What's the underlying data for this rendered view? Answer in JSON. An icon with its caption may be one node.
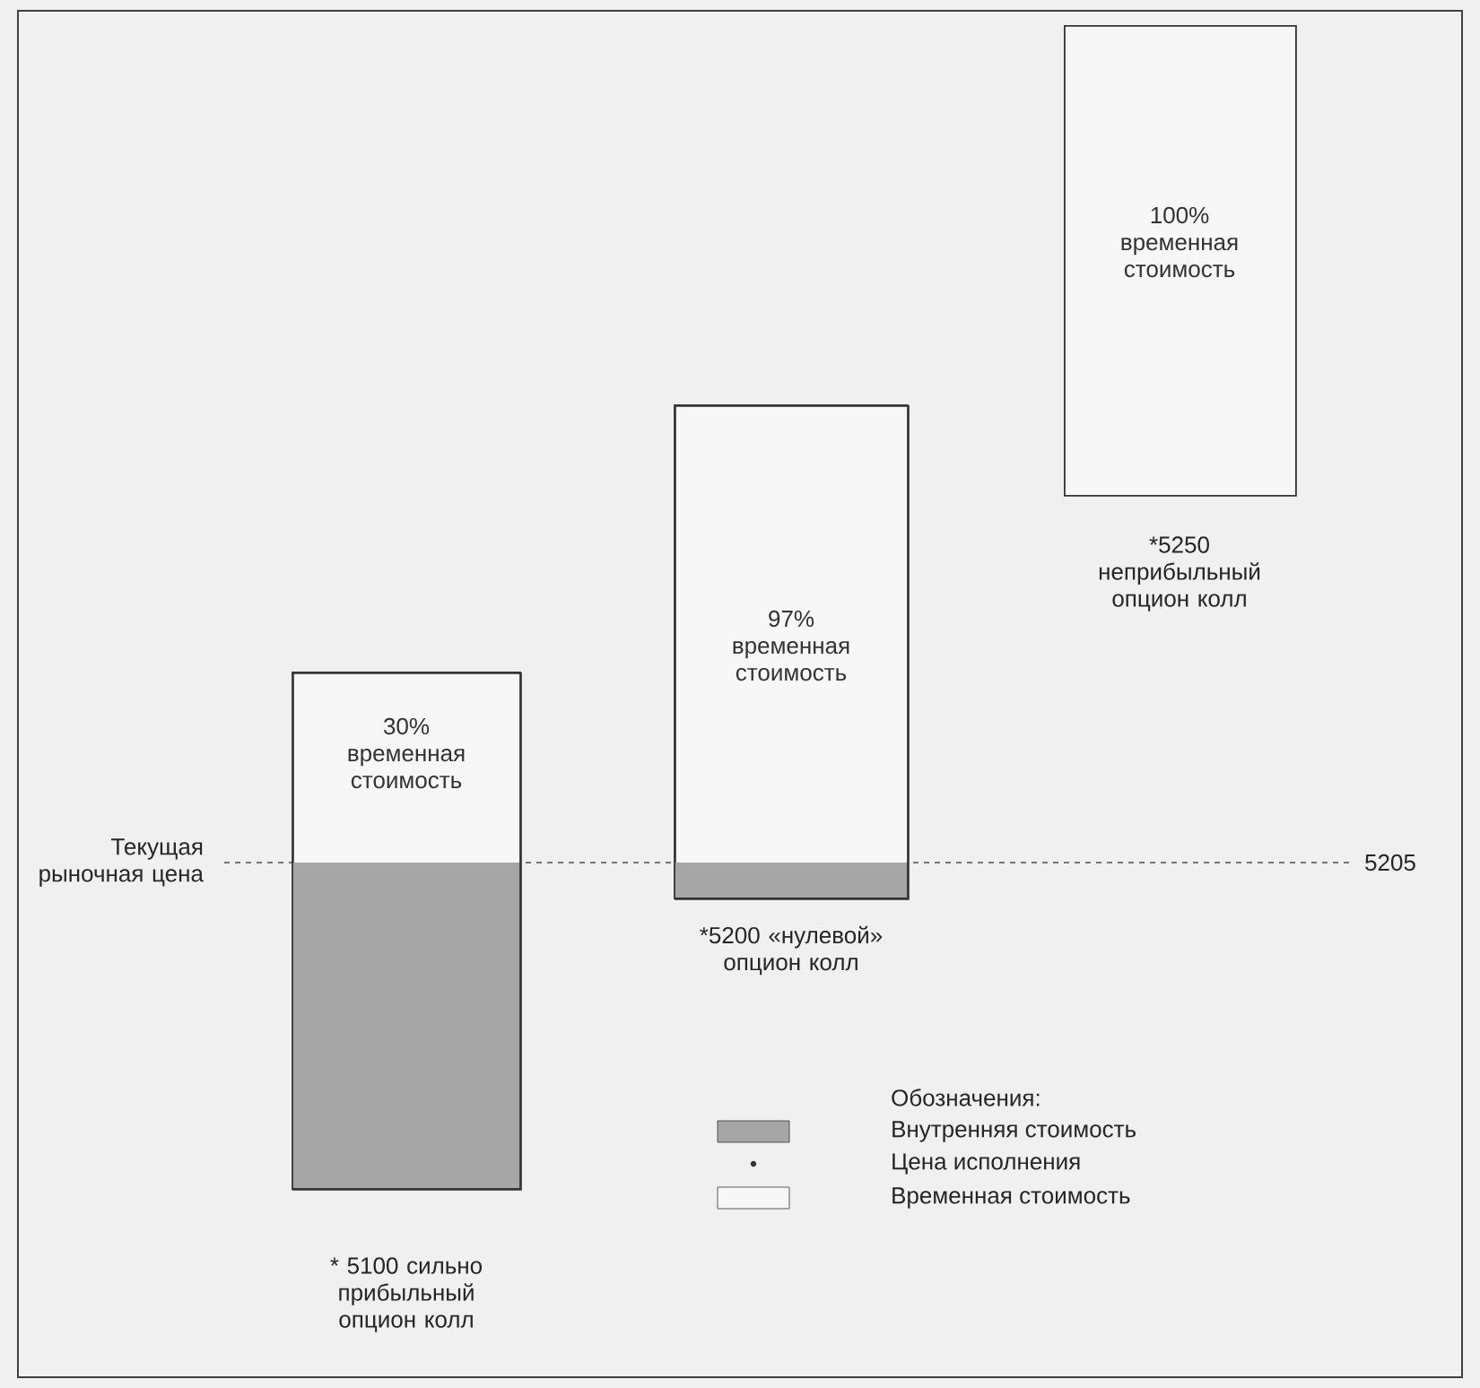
{
  "diagram": {
    "nodes": [
      {
        "text": [
          "30% временная стоимость"
        ],
        "beside": [
          "* 5100 сильно прибыльный опцион колл"
        ]
      },
      {
        "text": [
          "97% временная стоимость"
        ],
        "beside": [
          "*5200 «нулевой» опцион колл"
        ]
      },
      {
        "text": [
          "100% временная стоимость"
        ],
        "beside": [
          "*5250 неприбыльный опцион колл"
        ]
      }
    ],
    "edges": [],
    "labels": [
      "Текущая рыночная цена",
      "5205",
      "Обозначения:"
    ],
    "legend": [
      {
        "text": "Внутренняя стоимость"
      },
      {
        "text": "Цена исполнения"
      },
      {
        "text": "Временная стоимость"
      }
    ]
  }
}
